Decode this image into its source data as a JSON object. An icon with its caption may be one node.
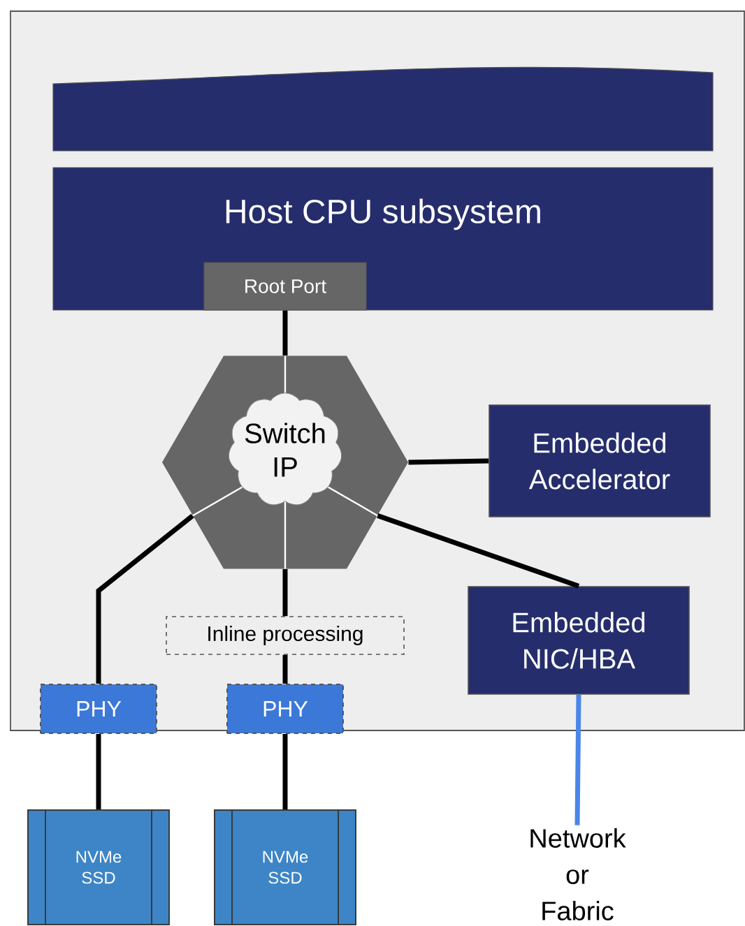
{
  "diagram": {
    "nodes": [
      {
        "text": [],
        "shape": "box"
      },
      {
        "text": [],
        "shape": "banner",
        "in": 0
      },
      {
        "text": [
          "Host CPU subsystem"
        ],
        "in": 0
      },
      {
        "text": [
          "Root Port"
        ],
        "in": 2
      },
      {
        "text": [],
        "shape": "hexagon",
        "in": 0
      },
      {
        "text": [
          "Switch IP"
        ],
        "in": 4
      },
      {
        "text": [
          "Embedded Accelerator"
        ],
        "in": 0
      },
      {
        "text": [
          "Inline processing"
        ],
        "in": 0
      },
      {
        "text": [
          "Embedded NIC/HBA"
        ],
        "in": 0
      },
      {
        "text": [
          "PHY"
        ],
        "in": 0
      },
      {
        "text": [
          "PHY"
        ],
        "in": 0
      },
      {
        "text": [
          "NVMe SSD"
        ]
      },
      {
        "text": [
          "NVMe SSD"
        ]
      },
      {
        "text": [
          "Network or Fabric"
        ]
      }
    ],
    "edges": [
      {
        "from": 3,
        "to": 4,
        "arrow": "none"
      },
      {
        "from": 4,
        "to": 6,
        "arrow": "none"
      },
      {
        "from": 4,
        "to": 8,
        "arrow": "none"
      },
      {
        "from": 4,
        "to": 9,
        "arrow": "none"
      },
      {
        "from": 4,
        "to": 7,
        "arrow": "none"
      },
      {
        "from": 7,
        "to": 10,
        "arrow": "none"
      },
      {
        "from": 9,
        "to": 11,
        "arrow": "none"
      },
      {
        "from": 10,
        "to": 12,
        "arrow": "none"
      },
      {
        "from": 8,
        "to": 13,
        "arrow": "none",
        "color": "#4a86e8"
      }
    ]
  }
}
